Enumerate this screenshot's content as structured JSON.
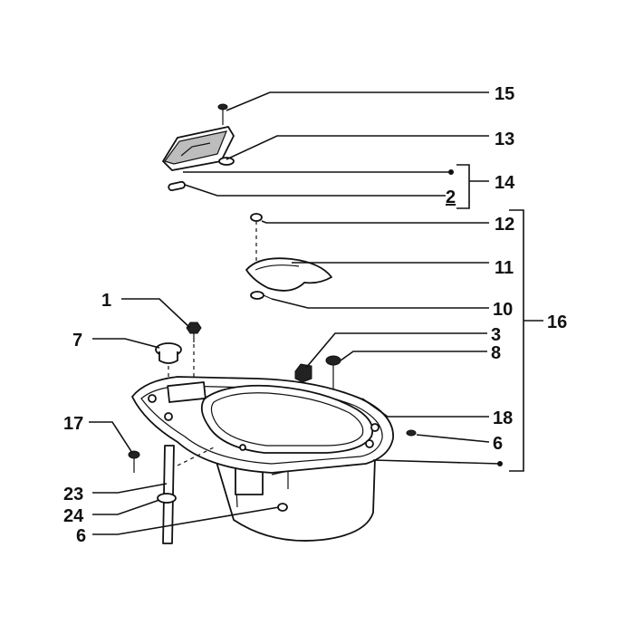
{
  "labels": {
    "l15": "15",
    "l13": "13",
    "l14": "14",
    "l2": "2",
    "l12": "12",
    "l11": "11",
    "l10": "10",
    "l16": "16",
    "l3": "3",
    "l8": "8",
    "l1": "1",
    "l7": "7",
    "l18": "18",
    "l6a": "6",
    "l17": "17",
    "l23": "23",
    "l24": "24",
    "l6b": "6"
  }
}
